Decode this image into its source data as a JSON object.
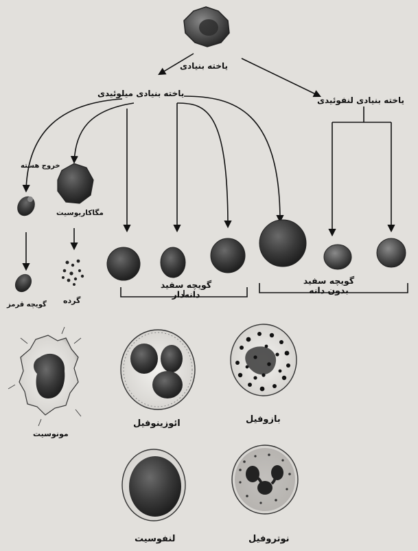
{
  "labels": {
    "stem_cell": "یاخته بنیادی",
    "myeloid_stem": "یاخته بنیادی میلوئیدی",
    "lymphoid_stem": "یاخته بنیادی لنفوئیدی",
    "nucleus_exit": "خروج هسته",
    "megakaryocyte": "مگاکاریوسیت",
    "red_cell": "گویچه قرمز",
    "platelets": "گرده",
    "granular_wbc_line1": "گویچه سفید",
    "granular_wbc_line2": "دانه‌دار",
    "agranular_wbc_line1": "گویچه سفید",
    "agranular_wbc_line2": "بدون دانه",
    "monocyte": "مونوسیت",
    "eosinophil": "ائوزینوفیل",
    "basophil": "بازوفیل",
    "lymphocyte": "لنفوسیت",
    "neutrophil": "نوتروفیل"
  }
}
